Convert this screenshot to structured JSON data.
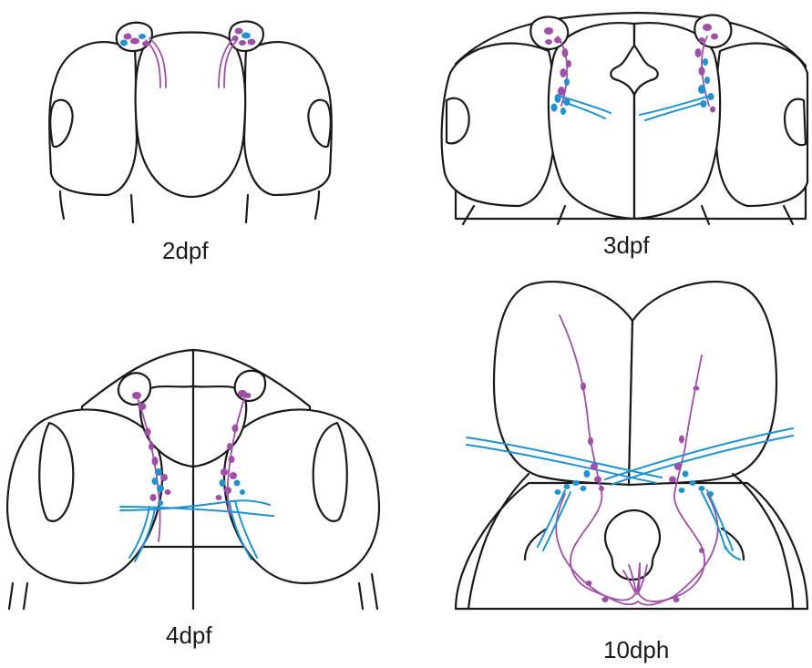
{
  "panels": [
    {
      "label": "2dpf"
    },
    {
      "label": "3dpf"
    },
    {
      "label": "4dpf"
    },
    {
      "label": "10dph"
    }
  ],
  "colors": {
    "outline": "#1a1a1a",
    "purple": "#a04fa6",
    "blue": "#1f93d0",
    "background": "#ffffff"
  }
}
